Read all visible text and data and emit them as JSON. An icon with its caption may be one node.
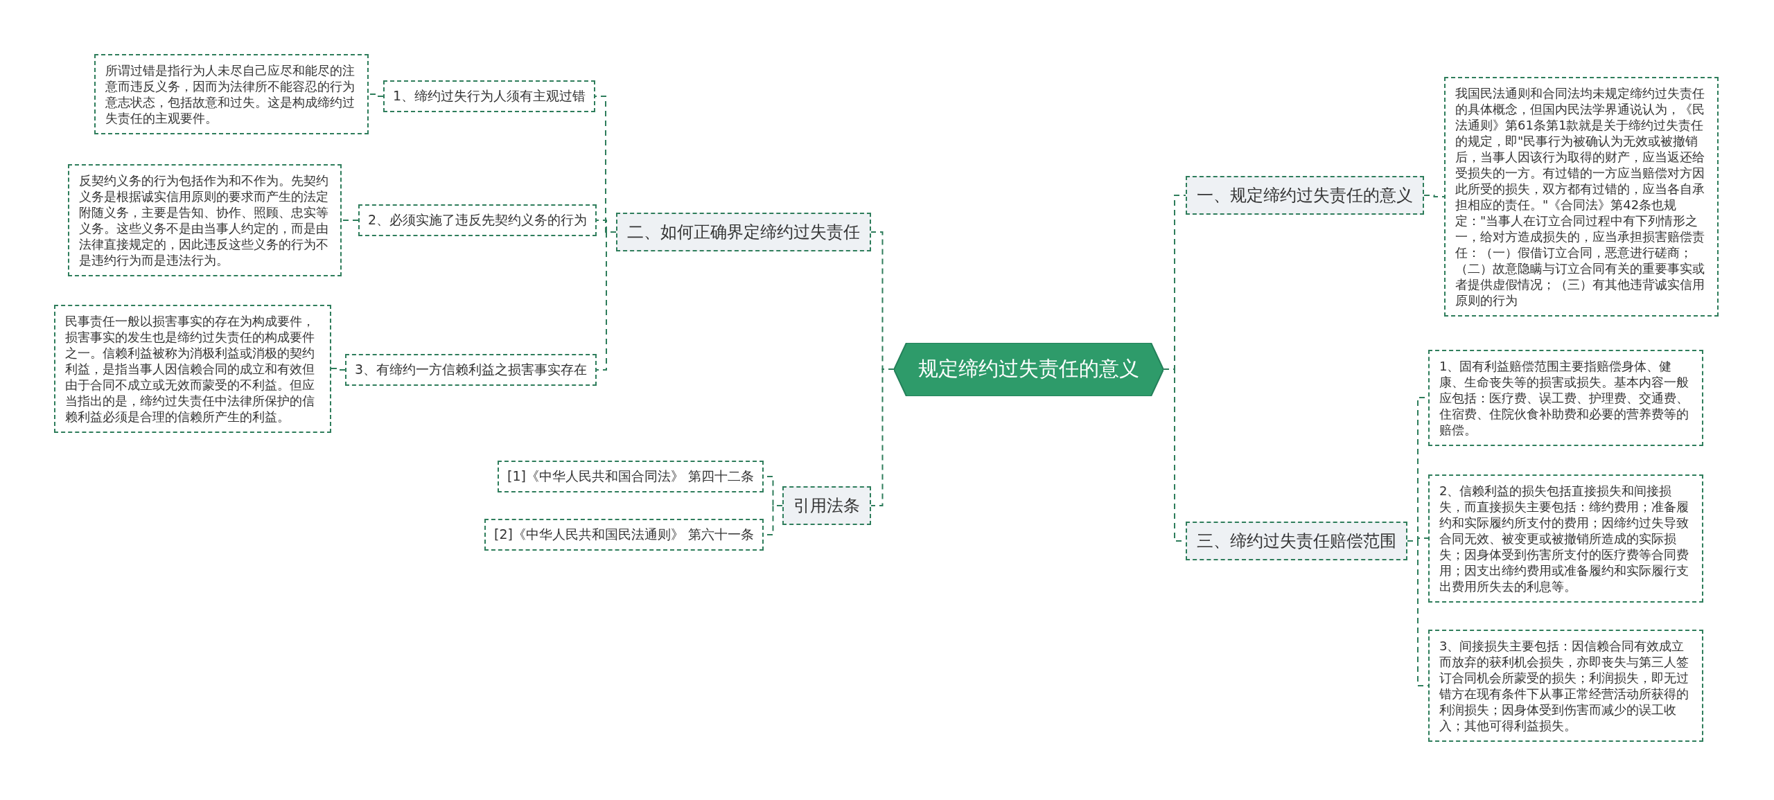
{
  "diagram": {
    "nodes": [
      {
        "text": [
          "规定缔约过失责任的意义"
        ]
      },
      {
        "text": [
          "二、如何正确界定缔约过失责任"
        ]
      },
      {
        "text": [
          "1、缔约过失行为人须有主观过错"
        ]
      },
      {
        "text": [
          "所谓过错是指行为人未尽自己应尽和能尽的注意而违反义务，因而为法律所不能容忍的行为意志状态，包括故意和过失。这是构成缔约过失责任的主观要件。"
        ]
      },
      {
        "text": [
          "2、必须实施了违反先契约义务的行为"
        ]
      },
      {
        "text": [
          "反契约义务的行为包括作为和不作为。先契约义务是根据诚实信用原则的要求而产生的法定附随义务，主要是告知、协作、照顾、忠实等义务。这些义务不是由当事人约定的，而是由法律直接规定的，因此违反这些义务的行为不是违约行为而是违法行为。"
        ]
      },
      {
        "text": [
          "3、有缔约一方信赖利益之损害事实存在"
        ]
      },
      {
        "text": [
          "民事责任一般以损害事实的存在为构成要件，损害事实的发生也是缔约过失责任的构成要件之一。信赖利益被称为消极利益或消极的契约利益，是指当事人因信赖合同的成立和有效但由于合同不成立或无效而蒙受的不利益。但应当指出的是，缔约过失责任中法律所保护的信赖利益必须是合理的信赖所产生的利益。"
        ]
      },
      {
        "text": [
          "引用法条"
        ]
      },
      {
        "text": [
          "[1]《中华人民共和国合同法》 第四十二条"
        ]
      },
      {
        "text": [
          "[2]《中华人民共和国民法通则》 第六十一条"
        ]
      },
      {
        "text": [
          "一、规定缔约过失责任的意义"
        ]
      },
      {
        "text": [
          "我国民法通则和合同法均未规定缔约过失责任的具体概念，但国内民法学界通说认为，《民法通则》第61条第1款就是关于缔约过失责任的规定，即\"民事行为被确认为无效或被撤销后，当事人因该行为取得的财产，应当返还给受损失的一方。有过错的一方应当赔偿对方因此所受的损失，双方都有过错的，应当各自承担相应的责任。\"《合同法》第42条也规定：\"当事人在订立合同过程中有下列情形之一，给对方造成损失的，应当承担损害赔偿责任：（一）假借订立合同，恶意进行磋商；（二）故意隐瞒与订立合同有关的重要事实或者提供虚假情况；（三）有其他违背诚实信用原则的行为"
        ]
      },
      {
        "text": [
          "三、缔约过失责任赔偿范围"
        ]
      },
      {
        "text": [
          "1、固有利益赔偿范围主要指赔偿身体、健康、生命丧失等的损害或损失。基本内容一般应包括：医疗费、误工费、护理费、交通费、住宿费、住院伙食补助费和必要的营养费等的赔偿。"
        ]
      },
      {
        "text": [
          "2、信赖利益的损失包括直接损失和间接损失，而直接损失主要包括：缔约费用；准备履约和实际履约所支付的费用；因缔约过失导致合同无效、被变更或被撤销所造成的实际损失；因身体受到伤害所支付的医疗费等合同费用；因支出缔约费用或准备履约和实际履行支出费用所失去的利息等。"
        ]
      },
      {
        "text": [
          "3、间接损失主要包括：因信赖合同有效成立而放弃的获利机会损失，亦即丧失与第三人签订合同机会所蒙受的损失；利润损失，即无过错方在现有条件下从事正常经营活动所获得的利润损失；因身体受到伤害而减少的误工收入；其他可得利益损失。"
        ]
      }
    ],
    "edges": [
      {
        "from": 0,
        "to": 1,
        "arrow": "none"
      },
      {
        "from": 1,
        "to": 2,
        "arrow": "none"
      },
      {
        "from": 2,
        "to": 3,
        "arrow": "none"
      },
      {
        "from": 1,
        "to": 4,
        "arrow": "none"
      },
      {
        "from": 4,
        "to": 5,
        "arrow": "none"
      },
      {
        "from": 1,
        "to": 6,
        "arrow": "none"
      },
      {
        "from": 6,
        "to": 7,
        "arrow": "none"
      },
      {
        "from": 0,
        "to": 8,
        "arrow": "none"
      },
      {
        "from": 8,
        "to": 9,
        "arrow": "none"
      },
      {
        "from": 8,
        "to": 10,
        "arrow": "none"
      },
      {
        "from": 0,
        "to": 11,
        "arrow": "none"
      },
      {
        "from": 11,
        "to": 12,
        "arrow": "none"
      },
      {
        "from": 0,
        "to": 13,
        "arrow": "none"
      },
      {
        "from": 13,
        "to": 14,
        "arrow": "none"
      },
      {
        "from": 13,
        "to": 15,
        "arrow": "none"
      },
      {
        "from": 13,
        "to": 16,
        "arrow": "none"
      }
    ]
  }
}
